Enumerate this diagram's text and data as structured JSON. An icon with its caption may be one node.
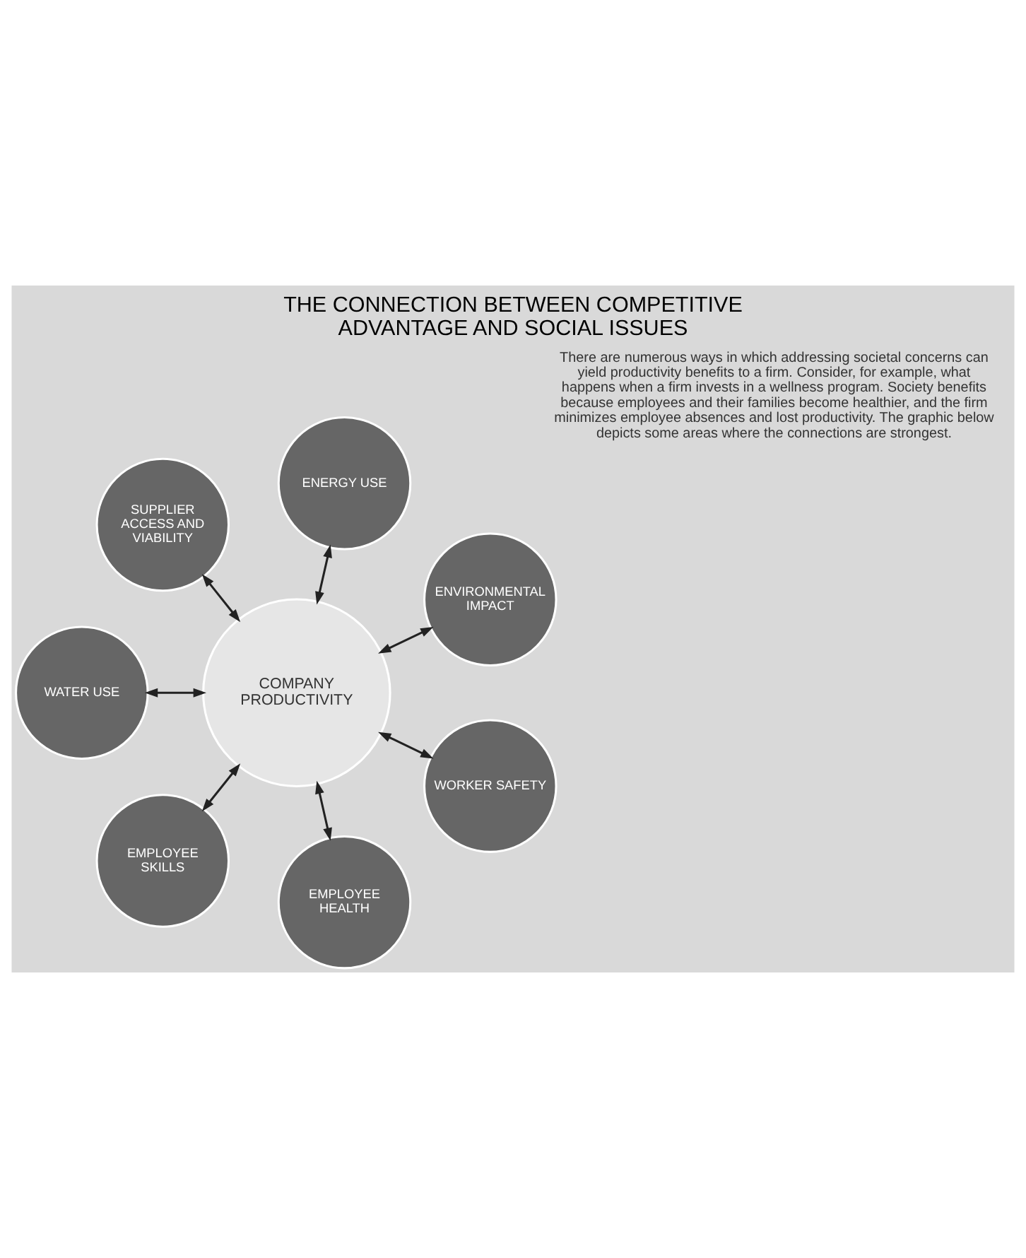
{
  "diagram": {
    "title": "THE CONNECTION BETWEEN COMPETITIVE ADVANTAGE AND SOCIAL ISSUES",
    "nodes": [
      {
        "text": [
          "ENVIRONMENTAL IMPACT"
        ]
      },
      {
        "text": [
          "ENERGY USE"
        ]
      },
      {
        "text": [
          "SUPPLIER ACCESS AND VIABILITY"
        ]
      },
      {
        "text": [
          "COMPANY PRODUCTIVITY"
        ]
      },
      {
        "text": [
          "WATER USE"
        ]
      },
      {
        "text": [
          "EMPLOYEE SKILLS"
        ]
      },
      {
        "text": [
          "EMPLOYEE HEALTH"
        ]
      },
      {
        "text": [
          "WORKER SAFETY"
        ]
      }
    ],
    "edges": [
      {
        "from": 3,
        "to": 0,
        "arrow": "both"
      },
      {
        "from": 3,
        "to": 2,
        "arrow": "both"
      },
      {
        "from": 3,
        "to": 5,
        "arrow": "both"
      },
      {
        "from": 3,
        "to": 7,
        "arrow": "both"
      },
      {
        "from": 3,
        "to": 6,
        "arrow": "both"
      },
      {
        "from": 3,
        "to": 4,
        "arrow": "both"
      },
      {
        "from": 3,
        "to": 1,
        "arrow": "both"
      }
    ],
    "labels": [
      "There are numerous ways in which addressing societal concerns can yield productivity benefits to a firm. Consider, for example, what happens when a firm invests in a wellness program. Society benefits because employees and their families become healthier, and the firm minimizes employee absences and lost productivity. The graphic below depicts some areas where the connections are strongest."
    ]
  }
}
